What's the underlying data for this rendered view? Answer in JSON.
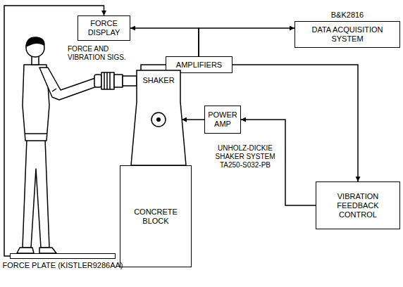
{
  "diagram": {
    "nodes": [
      {
        "text": [
          "FORCE DISPLAY"
        ]
      },
      {
        "text": [
          "B&K2816",
          "DATA ACQUISITION SYSTEM"
        ]
      },
      {
        "text": [
          "AMPLIFIERS"
        ]
      },
      {
        "text": [
          "SHAKER"
        ]
      },
      {
        "text": [
          "POWER AMP"
        ]
      },
      {
        "text": [
          "CONCRETE BLOCK"
        ]
      },
      {
        "text": [
          "VIBRATION FEEDBACK CONTROL"
        ]
      },
      {
        "text": [
          "FORCE PLATE (KISTLER9286AA)"
        ]
      }
    ],
    "edges": [
      {
        "from": 7,
        "to": 0,
        "arrow": "to"
      },
      {
        "from": 2,
        "to": 0,
        "arrow": "to"
      },
      {
        "from": 2,
        "to": 1,
        "arrow": "to"
      },
      {
        "from": 2,
        "to": 6,
        "arrow": "to"
      },
      {
        "from": 6,
        "to": 4,
        "arrow": "to"
      },
      {
        "from": 4,
        "to": 3,
        "arrow": "to"
      },
      {
        "from": 3,
        "to": 2,
        "label": "FORCE AND VIBRATION SIGS.",
        "arrow": "none"
      }
    ],
    "labels": [
      "UNHOLZ-DICKIE SHAKER SYSTEM TA250-S032-PB"
    ]
  }
}
